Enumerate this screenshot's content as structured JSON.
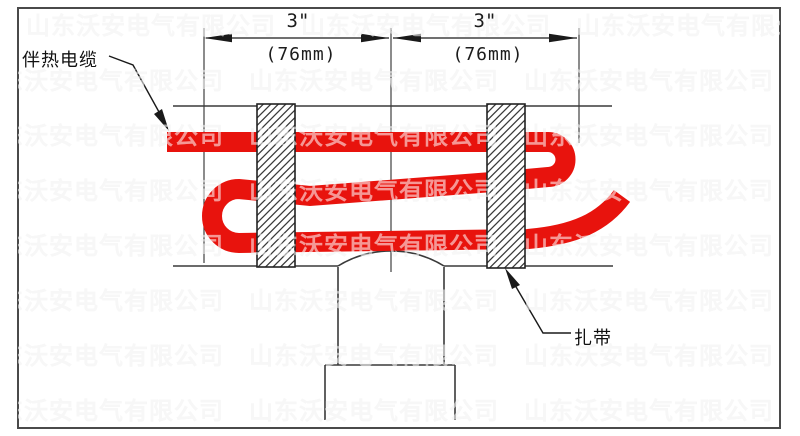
{
  "watermark": {
    "phrase": "山东沃安电气有限公司",
    "row_text": "山东沃安电气有限公司　山东沃安电气有限公司　山东沃安电气有限公司　山东沃安电气有限公司"
  },
  "dimensions": {
    "left": {
      "inches": "3\"",
      "mm": "(76mm)"
    },
    "right": {
      "inches": "3\"",
      "mm": "(76mm)"
    }
  },
  "labels": {
    "heat_cable": "伴热电缆",
    "cable_tie": "扎带"
  },
  "colors": {
    "cable_red": "#e8130d",
    "drawing_line": "#3a3a3a",
    "arrow_black": "#1a1a1a",
    "watermark_gray": "#e9e9e9",
    "background": "#ffffff"
  }
}
